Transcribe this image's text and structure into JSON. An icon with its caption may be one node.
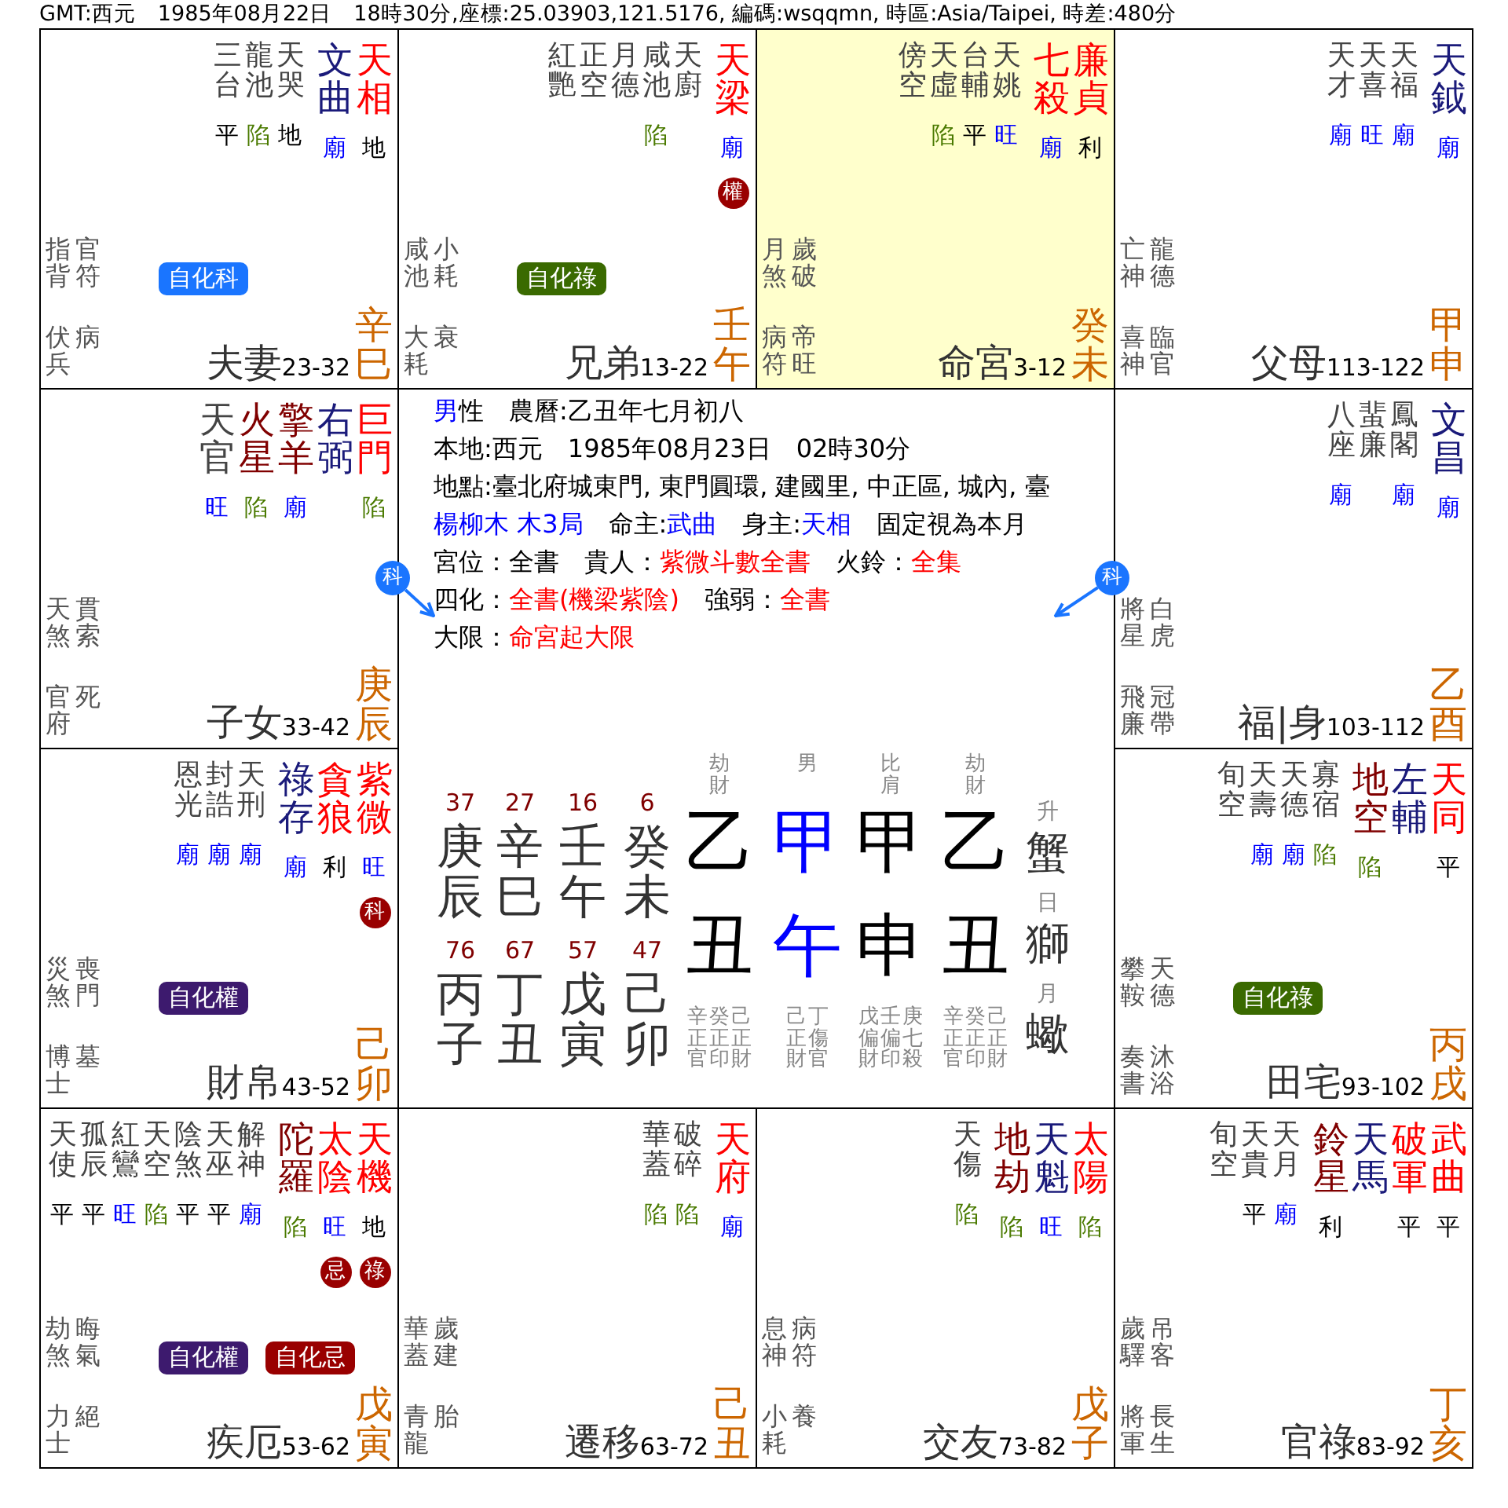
{
  "diagram": {
    "title": "GMT:西元　1985年08月22日　18時30分,座標:25.03903,121.5176, 編碼:wsqqmn, 時區:Asia/Taipei, 時差:480分",
    "nodes": [
      {
        "text": [
          "夫妻",
          "23-32",
          "辛巳",
          "三台",
          "平",
          "龍池",
          "陷",
          "天哭",
          "地",
          "文曲",
          "廟",
          "天相",
          "地",
          "指背",
          "官符",
          "自化科",
          "伏兵",
          "病"
        ]
      },
      {
        "text": [
          "兄弟",
          "13-22",
          "壬午",
          "紅艷",
          "正空",
          "月德",
          "咸池",
          "陷",
          "天廚",
          "天梁",
          "廟",
          "權",
          "咸池",
          "小耗",
          "自化祿",
          "大耗",
          "衰"
        ]
      },
      {
        "text": [
          "命宮",
          "3-12",
          "癸未",
          "傍空",
          "天虛",
          "陷",
          "台輔",
          "平",
          "天姚",
          "旺",
          "七殺",
          "廟",
          "廉貞",
          "利",
          "月煞",
          "歲破",
          "病符",
          "帝旺"
        ]
      },
      {
        "text": [
          "父母",
          "113-122",
          "甲申",
          "天才",
          "廟",
          "天喜",
          "旺",
          "天福",
          "廟",
          "天鉞",
          "廟",
          "亡神",
          "龍德",
          "喜神",
          "臨官"
        ]
      },
      {
        "text": [
          "子女",
          "33-42",
          "庚辰",
          "天官",
          "旺",
          "火星",
          "陷",
          "擎羊",
          "廟",
          "右弼",
          "巨門",
          "陷",
          "天煞",
          "貫索",
          "官府",
          "死"
        ]
      },
      {
        "text": [
          "男",
          "性",
          "農曆:乙丑年七月初八",
          "本地:西元　1985年08月23日　02時30分",
          "地點:臺北府城東門, 東門圓環, 建國里, 中正區, 城內, 臺",
          "楊柳木 木3局",
          "命主:",
          "武曲",
          "身主:",
          "天相",
          "固定視為本月",
          "宮位：全書",
          "貴人：",
          "紫微斗數全書",
          "火鈴：",
          "全集",
          "四化：",
          "全書(機梁紫陰)",
          "強弱：",
          "全書",
          "大限：",
          "命宮起大限",
          "37",
          "庚辰",
          "27",
          "辛巳",
          "16",
          "壬午",
          "6",
          "癸未",
          "76",
          "丙子",
          "67",
          "丁丑",
          "57",
          "戊寅",
          "47",
          "己卯",
          "劫財",
          "男",
          "比肩",
          "劫財",
          "乙",
          "甲",
          "甲",
          "乙",
          "丑",
          "午",
          "申",
          "丑",
          "辛正官",
          "癸正印",
          "己正財",
          "己正財",
          "丁傷官",
          "戊偏財",
          "壬偏印",
          "庚七殺",
          "辛正官",
          "癸正印",
          "己正財",
          "升",
          "蟹",
          "日",
          "獅",
          "月",
          "蠍"
        ]
      },
      {
        "text": [
          "福|身",
          "103-112",
          "乙酉",
          "八座",
          "廟",
          "蜚廉",
          "鳳閣",
          "廟",
          "文昌",
          "廟",
          "將星",
          "白虎",
          "飛廉",
          "冠帶"
        ]
      },
      {
        "text": [
          "財帛",
          "43-52",
          "己卯",
          "恩光",
          "廟",
          "封誥",
          "廟",
          "天刑",
          "廟",
          "祿存",
          "廟",
          "貪狼",
          "利",
          "紫微",
          "旺",
          "科",
          "災煞",
          "喪門",
          "自化權",
          "博士",
          "墓"
        ]
      },
      {
        "text": [
          "田宅",
          "93-102",
          "丙戌",
          "旬空",
          "天壽",
          "廟",
          "天德",
          "廟",
          "寡宿",
          "陷",
          "地空",
          "陷",
          "左輔",
          "天同",
          "平",
          "攀鞍",
          "天德",
          "自化祿",
          "奏書",
          "沐浴"
        ]
      },
      {
        "text": [
          "疾厄",
          "53-62",
          "戊寅",
          "天使",
          "平",
          "孤辰",
          "平",
          "紅鸞",
          "旺",
          "天空",
          "陷",
          "陰煞",
          "平",
          "天巫",
          "平",
          "解神",
          "廟",
          "陀羅",
          "陷",
          "太陰",
          "旺",
          "天機",
          "地",
          "忌",
          "祿",
          "劫煞",
          "晦氣",
          "自化權",
          "自化忌",
          "力士",
          "絕"
        ]
      },
      {
        "text": [
          "遷移",
          "63-72",
          "己丑",
          "華蓋",
          "陷",
          "破碎",
          "陷",
          "天府",
          "廟",
          "華蓋",
          "歲建",
          "青龍",
          "胎"
        ]
      },
      {
        "text": [
          "交友",
          "73-82",
          "戊子",
          "天傷",
          "陷",
          "地劫",
          "陷",
          "天魁",
          "旺",
          "太陽",
          "陷",
          "息神",
          "病符",
          "小耗",
          "養"
        ]
      },
      {
        "text": [
          "官祿",
          "83-92",
          "丁亥",
          "旬空",
          "天貴",
          "平",
          "天月",
          "廟",
          "鈴星",
          "利",
          "天馬",
          "破軍",
          "平",
          "武曲",
          "平",
          "歲驛",
          "吊客",
          "將軍",
          "長生"
        ]
      },
      {
        "text": [
          "科"
        ]
      },
      {
        "text": [
          "科"
        ]
      }
    ],
    "edges": [
      {
        "from": 13,
        "to": 5,
        "arrow": "to"
      },
      {
        "from": 14,
        "to": 5,
        "arrow": "to"
      }
    ]
  }
}
